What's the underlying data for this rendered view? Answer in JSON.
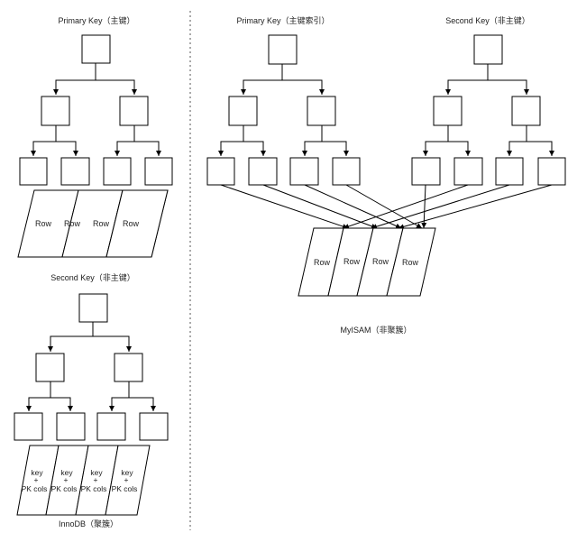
{
  "innodb": {
    "primary_title": "Primary Key（主键）",
    "secondary_title": "Second Key（非主键）",
    "caption": "InnoDB（聚簇）",
    "primary_rows": [
      "Row",
      "Row",
      "Row",
      "Row"
    ],
    "secondary_rows": [
      {
        "key": "key",
        "sep": "+",
        "cols": "PK cols"
      },
      {
        "key": "key",
        "sep": "+",
        "cols": "PK cols"
      },
      {
        "key": "key",
        "sep": "+",
        "cols": "PK cols"
      },
      {
        "key": "key",
        "sep": "+",
        "cols": "PK cols"
      }
    ]
  },
  "myisam": {
    "primary_title": "Primary Key（主键索引）",
    "secondary_title": "Second Key（非主键）",
    "caption": "MyISAM（非聚簇）",
    "rows": [
      "Row",
      "Row",
      "Row",
      "Row"
    ]
  }
}
